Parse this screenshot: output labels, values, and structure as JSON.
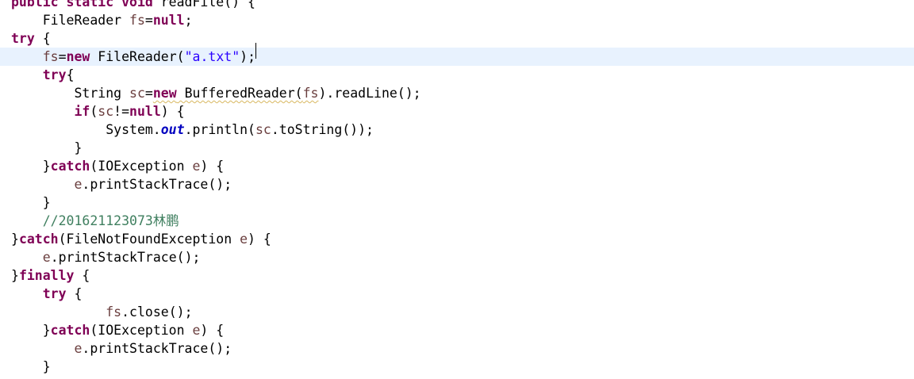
{
  "editor": {
    "language": "java",
    "colors": {
      "keyword": "#7f0055",
      "variable": "#6a3e3e",
      "string": "#2a00ff",
      "static_field": "#0000c0",
      "comment": "#3f7f5f",
      "current_line": "#e8f2fe"
    },
    "lines": [
      [
        {
          "t": "public static void ",
          "c": "kw"
        },
        {
          "t": "readFile() {",
          "c": "plain"
        }
      ],
      [
        {
          "t": "    FileReader ",
          "c": "plain"
        },
        {
          "t": "fs",
          "c": "var"
        },
        {
          "t": "=",
          "c": "plain"
        },
        {
          "t": "null",
          "c": "kw"
        },
        {
          "t": ";",
          "c": "plain"
        }
      ],
      [
        {
          "t": "try",
          "c": "kw"
        },
        {
          "t": " {",
          "c": "plain"
        }
      ],
      [
        {
          "t": "    ",
          "c": "plain"
        },
        {
          "t": "fs",
          "c": "var"
        },
        {
          "t": "=",
          "c": "plain"
        },
        {
          "t": "new",
          "c": "kw"
        },
        {
          "t": " FileReader(",
          "c": "plain"
        },
        {
          "t": "\"a.txt\"",
          "c": "str"
        },
        {
          "t": ");",
          "c": "plain"
        }
      ],
      [
        {
          "t": "    ",
          "c": "plain"
        },
        {
          "t": "try",
          "c": "kw"
        },
        {
          "t": "{",
          "c": "plain"
        }
      ],
      [
        {
          "t": "        String ",
          "c": "plain"
        },
        {
          "t": "sc",
          "c": "var"
        },
        {
          "t": "=",
          "c": "plain"
        },
        {
          "t": "new",
          "c": "kw",
          "w": true
        },
        {
          "t": " BufferedReader(",
          "c": "plain",
          "w": true
        },
        {
          "t": "fs",
          "c": "var",
          "w": true
        },
        {
          "t": ").readLine();",
          "c": "plain"
        }
      ],
      [
        {
          "t": "        ",
          "c": "plain"
        },
        {
          "t": "if",
          "c": "kw"
        },
        {
          "t": "(",
          "c": "plain"
        },
        {
          "t": "sc",
          "c": "var"
        },
        {
          "t": "!=",
          "c": "plain"
        },
        {
          "t": "null",
          "c": "kw"
        },
        {
          "t": ") {",
          "c": "plain"
        }
      ],
      [
        {
          "t": "            System.",
          "c": "plain"
        },
        {
          "t": "out",
          "c": "field"
        },
        {
          "t": ".println(",
          "c": "plain"
        },
        {
          "t": "sc",
          "c": "var"
        },
        {
          "t": ".toString());",
          "c": "plain"
        }
      ],
      [
        {
          "t": "        }",
          "c": "plain"
        }
      ],
      [
        {
          "t": "    }",
          "c": "plain"
        },
        {
          "t": "catch",
          "c": "kw"
        },
        {
          "t": "(IOException ",
          "c": "plain"
        },
        {
          "t": "e",
          "c": "var"
        },
        {
          "t": ") {",
          "c": "plain"
        }
      ],
      [
        {
          "t": "        ",
          "c": "plain"
        },
        {
          "t": "e",
          "c": "var"
        },
        {
          "t": ".printStackTrace();",
          "c": "plain"
        }
      ],
      [
        {
          "t": "    }",
          "c": "plain"
        }
      ],
      [
        {
          "t": "    //201621123073林鹏",
          "c": "comment"
        }
      ],
      [
        {
          "t": "}",
          "c": "plain"
        },
        {
          "t": "catch",
          "c": "kw"
        },
        {
          "t": "(FileNotFoundException ",
          "c": "plain"
        },
        {
          "t": "e",
          "c": "var"
        },
        {
          "t": ") {",
          "c": "plain"
        }
      ],
      [
        {
          "t": "    ",
          "c": "plain"
        },
        {
          "t": "e",
          "c": "var"
        },
        {
          "t": ".printStackTrace();",
          "c": "plain"
        }
      ],
      [
        {
          "t": "}",
          "c": "plain"
        },
        {
          "t": "finally",
          "c": "kw"
        },
        {
          "t": " {",
          "c": "plain"
        }
      ],
      [
        {
          "t": "    ",
          "c": "plain"
        },
        {
          "t": "try",
          "c": "kw"
        },
        {
          "t": " {",
          "c": "plain"
        }
      ],
      [
        {
          "t": "            ",
          "c": "plain"
        },
        {
          "t": "fs",
          "c": "var"
        },
        {
          "t": ".close();",
          "c": "plain"
        }
      ],
      [
        {
          "t": "    }",
          "c": "plain"
        },
        {
          "t": "catch",
          "c": "kw"
        },
        {
          "t": "(IOException ",
          "c": "plain"
        },
        {
          "t": "e",
          "c": "var"
        },
        {
          "t": ") {",
          "c": "plain"
        }
      ],
      [
        {
          "t": "        ",
          "c": "plain"
        },
        {
          "t": "e",
          "c": "var"
        },
        {
          "t": ".printStackTrace();",
          "c": "plain"
        }
      ],
      [
        {
          "t": "    }",
          "c": "plain"
        }
      ]
    ],
    "current_line_index": 3
  }
}
